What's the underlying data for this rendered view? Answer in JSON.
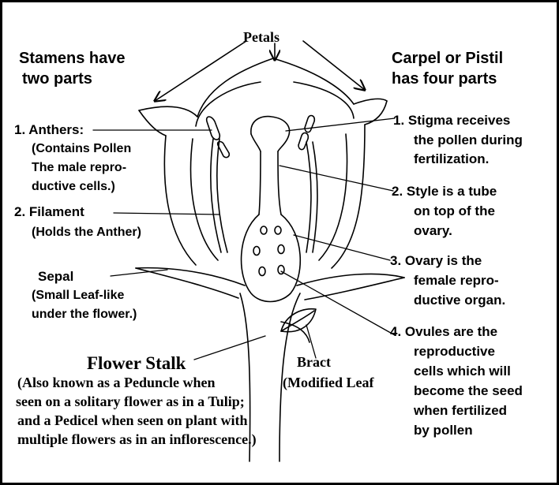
{
  "labels": {
    "petals": "Petals",
    "stamens_heading": [
      "Stamens have",
      "two parts"
    ],
    "carpel_heading": [
      "Carpel or Pistil",
      "has four parts"
    ],
    "anthers": [
      "1. Anthers:",
      "(Contains Pollen",
      "The male repro-",
      "ductive cells.)"
    ],
    "filament": [
      "2.  Filament",
      "(Holds the Anther)"
    ],
    "sepal": [
      "Sepal",
      "(Small Leaf-like",
      "under the flower.)"
    ],
    "flower_stalk_title": "Flower Stalk",
    "flower_stalk_desc": [
      "(Also known as a Peduncle when",
      "seen on a solitary flower as in a Tulip;",
      "and a Pedicel when seen on plant with",
      "multiple flowers as in an inflorescence.)"
    ],
    "bract": [
      "Bract",
      "(Modified Leaf"
    ],
    "stigma": [
      "1.  Stigma receives",
      "the pollen during",
      "fertilization."
    ],
    "style": [
      "2.  Style is a tube",
      "on top of the",
      "ovary."
    ],
    "ovary": [
      "3.  Ovary is the",
      "female repro-",
      "ductive organ."
    ],
    "ovules": [
      "4.  Ovules are the",
      "reproductive",
      "cells which will",
      "become the seed",
      "when fertilized",
      "by pollen"
    ]
  },
  "colors": {
    "ink": "#000000",
    "background": "#ffffff"
  }
}
